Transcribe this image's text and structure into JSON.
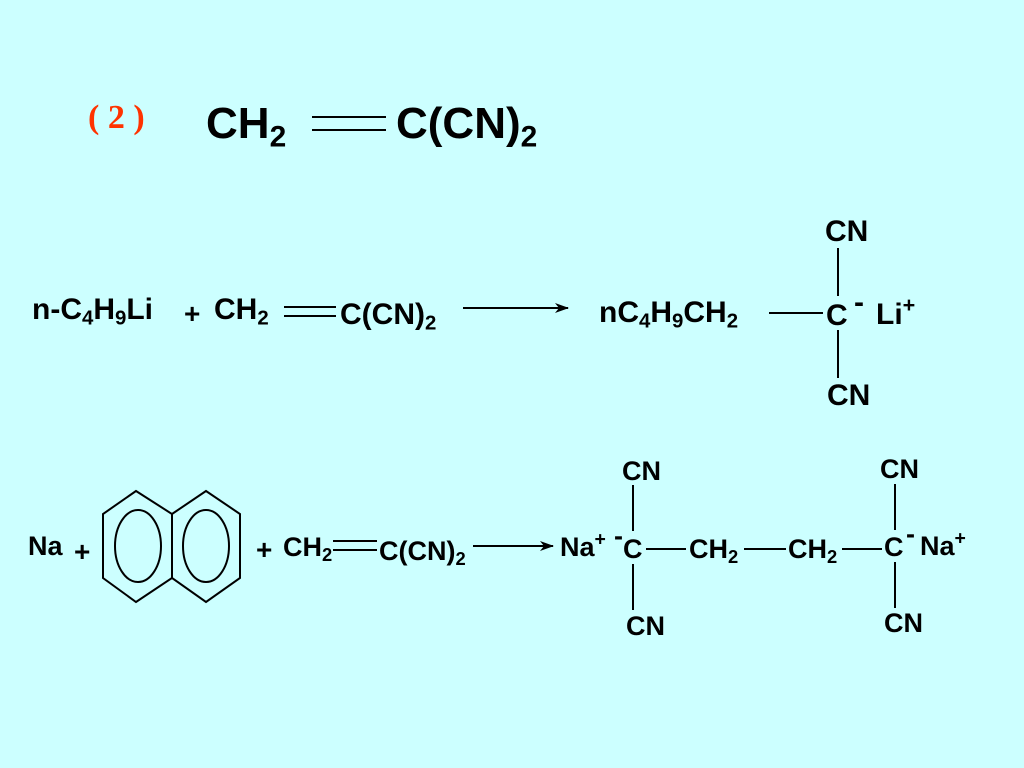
{
  "header": {
    "number_label": "( 2 )",
    "number_color": "#ff3300",
    "monomer": {
      "left": "CH",
      "left_sub": "2",
      "right": "C(CN)",
      "right_sub": "2"
    }
  },
  "reaction1": {
    "initiator": {
      "a": "n-C",
      "a_sub": "4",
      "b": "H",
      "b_sub": "9",
      "c": "Li"
    },
    "plus": "+",
    "monomer": {
      "left": "CH",
      "left_sub": "2",
      "right": "C(CN)",
      "right_sub": "2"
    },
    "product": {
      "chain": {
        "a": "nC",
        "a_sub": "4",
        "b": "H",
        "b_sub": "9",
        "c": "CH",
        "c_sub": "2"
      },
      "center": "C",
      "charge": "-",
      "counter_ion": "Li",
      "counter_charge": "+",
      "top_group": "CN",
      "bottom_group": "CN"
    }
  },
  "reaction2": {
    "sodium": "Na",
    "plus1": "+",
    "plus2": "+",
    "naphthalene_icon": "naphthalene-ring",
    "monomer": {
      "left": "CH",
      "left_sub": "2",
      "right": "C(CN)",
      "right_sub": "2"
    },
    "product": {
      "left_ion": "Na",
      "left_ion_charge": "+",
      "left_charge": "-",
      "left_center": "C",
      "left_top": "CN",
      "left_bottom": "CN",
      "middle1": {
        "t": "CH",
        "sub": "2"
      },
      "middle2": {
        "t": "CH",
        "sub": "2"
      },
      "right_center": "C",
      "right_charge": "-",
      "right_ion": "Na",
      "right_ion_charge": "+",
      "right_top": "CN",
      "right_bottom": "CN"
    }
  }
}
